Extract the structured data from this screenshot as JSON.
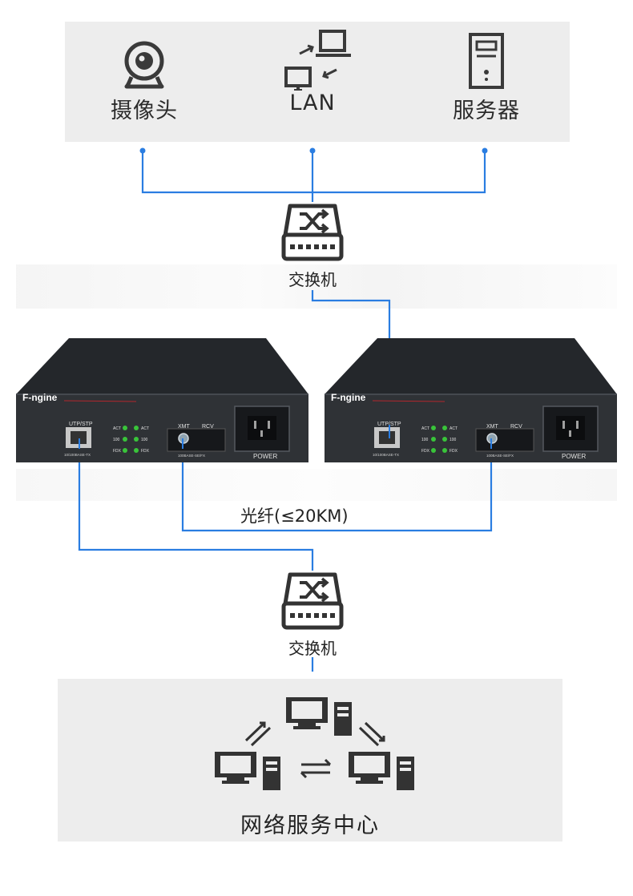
{
  "top_nodes": [
    {
      "label": "摄像头",
      "icon": "webcam-icon"
    },
    {
      "label": "LAN",
      "icon": "lan-computers-icon"
    },
    {
      "label": "服务器",
      "icon": "server-tower-icon"
    }
  ],
  "switch_top": {
    "label": "交换机",
    "icon": "network-switch-icon"
  },
  "switch_bottom": {
    "label": "交换机",
    "icon": "network-switch-icon"
  },
  "fiber_label": "光纤(≤20KM)",
  "bottom_panel": {
    "label": "网络服务中心",
    "icons": [
      "desktop-computer-icon",
      "exchange-arrows-icon"
    ]
  },
  "devices": [
    {
      "brand": "F-ngine",
      "rj45_label": "UTP/STP",
      "rj45_sub": "10/100BASE-TX",
      "leds": [
        "ACT",
        "100",
        "FDX"
      ],
      "xmt": "XMT",
      "rcv": "RCV",
      "fx_sub": "100BASE-SE/FX",
      "power": "POWER"
    },
    {
      "brand": "F-ngine",
      "rj45_label": "UTP/STP",
      "rj45_sub": "10/100BASE-TX",
      "leds": [
        "ACT",
        "100",
        "FDX"
      ],
      "xmt": "XMT",
      "rcv": "RCV",
      "fx_sub": "100BASE-SE/FX",
      "power": "POWER"
    }
  ],
  "colors": {
    "line": "#2a7de1",
    "panel": "#ededed",
    "icon": "#3a3a3a",
    "device_body": "#2f3236"
  }
}
